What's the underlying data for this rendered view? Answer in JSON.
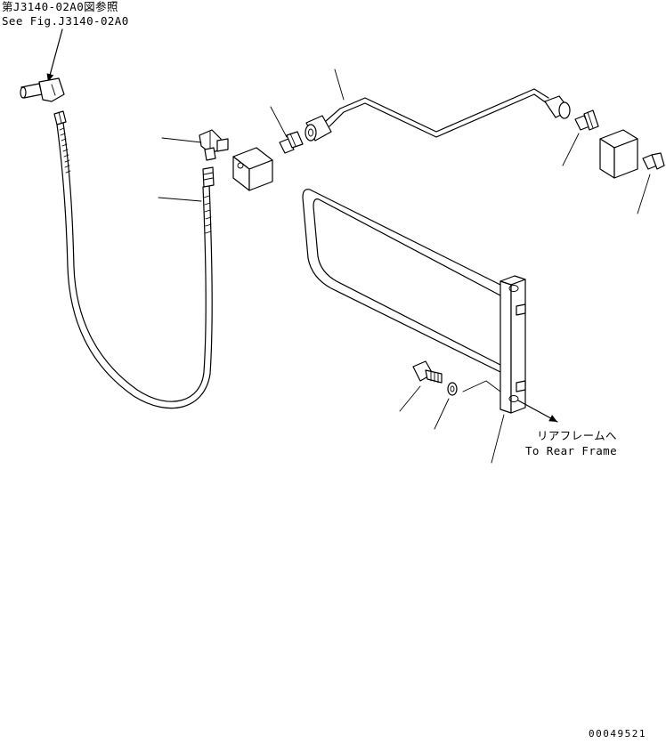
{
  "references": {
    "top_left_jp": "第J3140-02A0図参照",
    "top_left_en": "See Fig.J3140-02A0",
    "rear_frame_jp": "リアフレームへ",
    "rear_frame_en": "To Rear Frame"
  },
  "drawing_number": "00049521"
}
